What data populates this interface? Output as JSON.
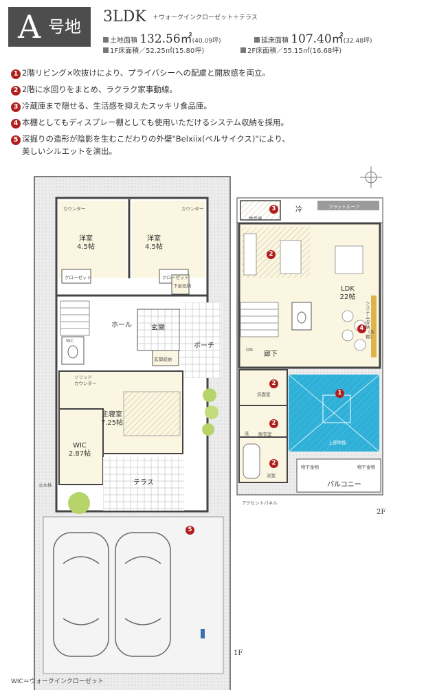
{
  "header": {
    "lot_letter": "A",
    "lot_word": "号地",
    "plan_type": "3LDK",
    "plan_extra": "＋ウォークインクローゼット＋テラス",
    "land_area_label": "土地面積",
    "land_area_value": "132.56㎡",
    "land_area_tsubo": "(40.09坪)",
    "floor_area_label": "延床面積",
    "floor_area_value": "107.40㎡",
    "floor_area_tsubo": "(32.48坪)",
    "floor1_label": "1F床面積／52.25㎡(15.80坪)",
    "floor2_label": "2F床面積／55.15㎡(16.68坪)"
  },
  "features": [
    {
      "num": "1",
      "text": "2階リビング×吹抜けにより、プライバシーへの配慮と開放感を両立。"
    },
    {
      "num": "2",
      "text": "2階に水回りをまとめ、ラクラク家事動線。"
    },
    {
      "num": "3",
      "text": "冷蔵庫まで隠せる、生活感を抑えたスッキリ食品庫。"
    },
    {
      "num": "4",
      "text": "本棚としてもディスプレー棚としても使用いただけるシステム収納を採用。"
    },
    {
      "num": "5",
      "text": "深掘りの造形が陰影を生むこだわりの外壁\"Belxiix(ベルサイクス)\"により、"
    },
    {
      "num": "",
      "text": "美しいシルエットを演出。"
    }
  ],
  "floor1": {
    "label": "1F",
    "rooms": {
      "western1": "洋室\n4.5帖",
      "western2": "洋室\n4.5帖",
      "closet1": "クローゼット",
      "closet2": "クローゼット",
      "shoe": "下足収納",
      "hall": "ホール",
      "entrance": "玄関",
      "entrance_storage": "玄関収納",
      "porch": "ポーチ",
      "solid_counter": "ソリッド\nカウンター",
      "master": "主寝室\n7.25帖",
      "wic": "WIC\n2.87帖",
      "terrace": "テラス",
      "wc": "WC",
      "desk1": "カウンター",
      "desk2": "カウンター",
      "water_meter": "立水栓"
    },
    "marker_5": "5"
  },
  "floor2": {
    "label": "2F",
    "rooms": {
      "pantry": "食品庫",
      "fridge": "冷",
      "flat_roof": "フラットルーフ",
      "ldk": "LDK\n22帖",
      "system_storage": "システム収納（本棚）",
      "hallway": "廊下",
      "dn": "DN",
      "washroom": "洗面室",
      "dressing": "脱衣室",
      "bath": "浴室",
      "toilet": "洗",
      "balcony": "バルコニー",
      "accent_panel": "アクセントパネル",
      "void": "上部吹抜",
      "dryer1": "物干金物",
      "dryer2": "物干金物"
    },
    "markers": [
      "3",
      "2",
      "4",
      "1",
      "2",
      "2",
      "2"
    ]
  },
  "footer": {
    "note": "WIC＝ウォークインクローゼット"
  },
  "colors": {
    "badge": "#4d4d4d",
    "marker": "#b01e1e",
    "room_fill": "#fbf6e1",
    "void_fill": "#2fb0d8",
    "wall": "#444444",
    "gravel": "#e6e6e6",
    "parking": "#f4f4f4"
  }
}
